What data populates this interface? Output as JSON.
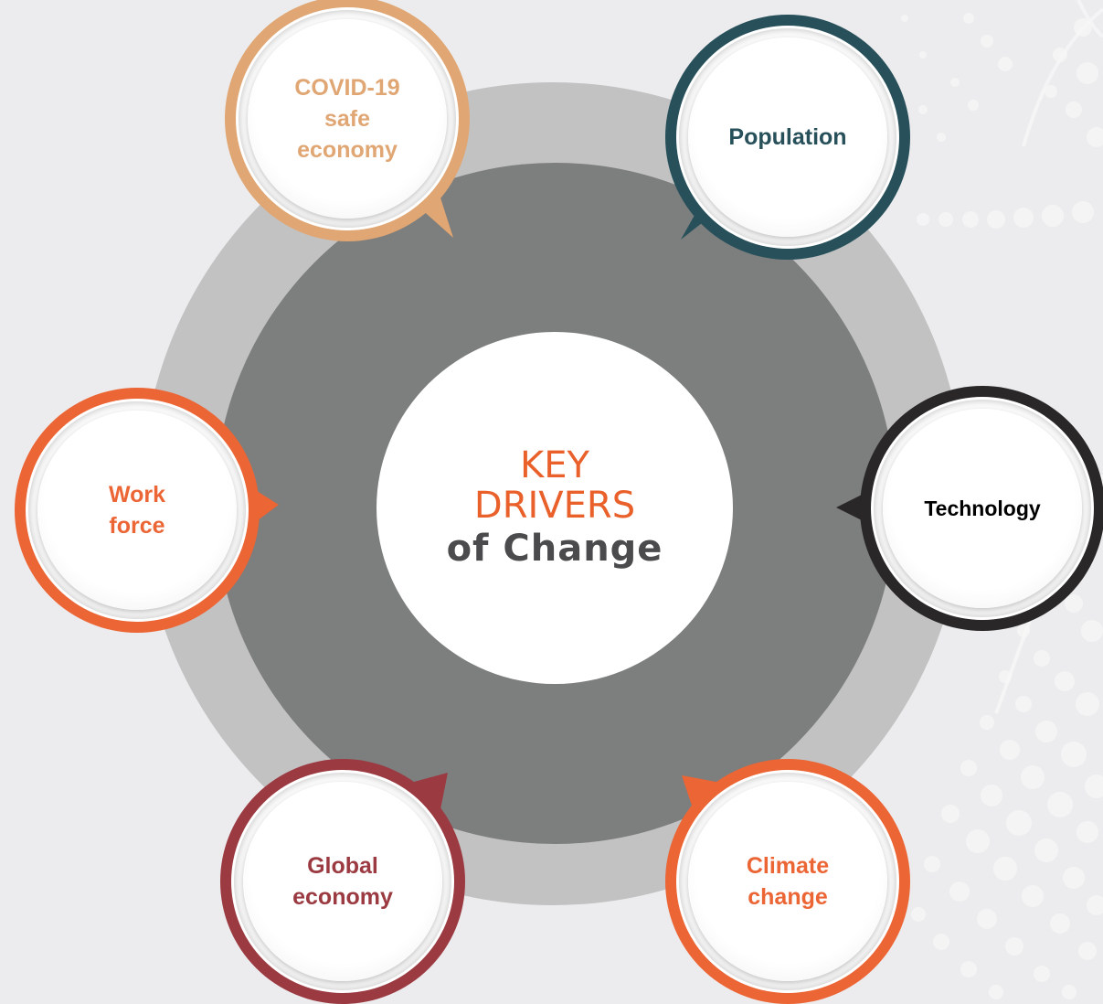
{
  "center": {
    "line1": "KEY",
    "line2": "DRIVERS",
    "line3": "of Change"
  },
  "drivers": [
    {
      "id": "covid",
      "lines": [
        "COVID-19",
        "safe",
        "economy"
      ],
      "color": "#e0a673"
    },
    {
      "id": "population",
      "lines": [
        "Population"
      ],
      "color": "#27505a"
    },
    {
      "id": "technology",
      "lines": [
        "Technology"
      ],
      "color": "#2a2728"
    },
    {
      "id": "climate",
      "lines": [
        "Climate",
        "change"
      ],
      "color": "#ec6535"
    },
    {
      "id": "global",
      "lines": [
        "Global",
        "economy"
      ],
      "color": "#9b3a41"
    },
    {
      "id": "workforce",
      "lines": [
        "Work",
        "force"
      ],
      "color": "#ec6535"
    }
  ],
  "colors": {
    "background": "#ececee",
    "outer_ring": "#c2c2c3",
    "inner_ring": "#7d7e7e",
    "accent": "#e9602a",
    "center_dark_text": "#4b4b4d",
    "technology_text": "#000000"
  }
}
